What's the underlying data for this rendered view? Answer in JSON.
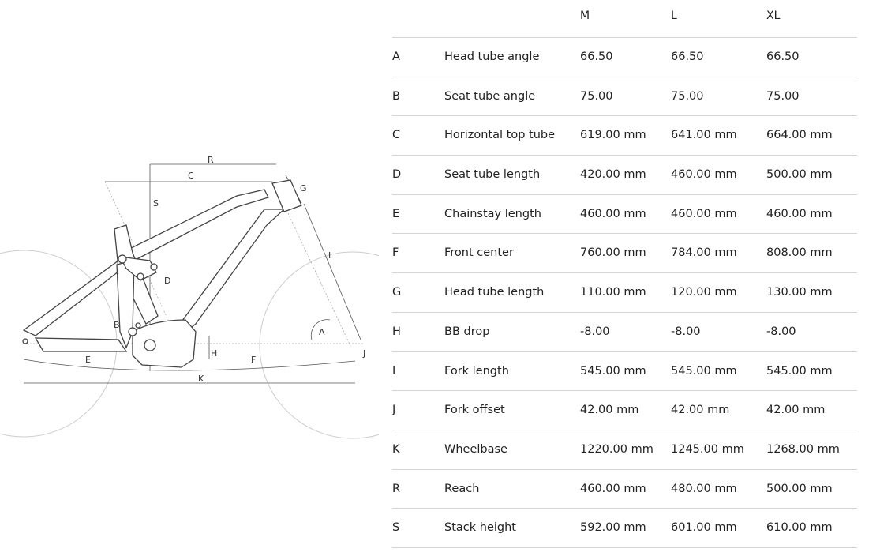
{
  "diagram": {
    "labels": {
      "R": "R",
      "C": "C",
      "S": "S",
      "G": "G",
      "I": "I",
      "D": "D",
      "B": "B",
      "A": "A",
      "H": "H",
      "J": "J",
      "E": "E",
      "F": "F",
      "K": "K"
    }
  },
  "table": {
    "columns": [
      "",
      "",
      "M",
      "L",
      "XL"
    ],
    "rows": [
      {
        "key": "A",
        "name": "Head tube angle",
        "M": "66.50",
        "L": "66.50",
        "XL": "66.50"
      },
      {
        "key": "B",
        "name": "Seat tube angle",
        "M": "75.00",
        "L": "75.00",
        "XL": "75.00"
      },
      {
        "key": "C",
        "name": "Horizontal top tube",
        "M": "619.00 mm",
        "L": "641.00 mm",
        "XL": "664.00 mm"
      },
      {
        "key": "D",
        "name": "Seat tube length",
        "M": "420.00 mm",
        "L": "460.00 mm",
        "XL": "500.00 mm"
      },
      {
        "key": "E",
        "name": "Chainstay length",
        "M": "460.00 mm",
        "L": "460.00 mm",
        "XL": "460.00 mm"
      },
      {
        "key": "F",
        "name": "Front center",
        "M": "760.00 mm",
        "L": "784.00 mm",
        "XL": "808.00 mm"
      },
      {
        "key": "G",
        "name": "Head tube length",
        "M": "110.00 mm",
        "L": "120.00 mm",
        "XL": "130.00 mm"
      },
      {
        "key": "H",
        "name": "BB drop",
        "M": "-8.00",
        "L": "-8.00",
        "XL": "-8.00"
      },
      {
        "key": "I",
        "name": "Fork length",
        "M": "545.00 mm",
        "L": "545.00 mm",
        "XL": "545.00 mm"
      },
      {
        "key": "J",
        "name": "Fork offset",
        "M": "42.00 mm",
        "L": "42.00 mm",
        "XL": "42.00 mm"
      },
      {
        "key": "K",
        "name": "Wheelbase",
        "M": "1220.00 mm",
        "L": "1245.00 mm",
        "XL": "1268.00 mm"
      },
      {
        "key": "R",
        "name": "Reach",
        "M": "460.00 mm",
        "L": "480.00 mm",
        "XL": "500.00 mm"
      },
      {
        "key": "S",
        "name": "Stack height",
        "M": "592.00 mm",
        "L": "601.00 mm",
        "XL": "610.00 mm"
      }
    ]
  }
}
